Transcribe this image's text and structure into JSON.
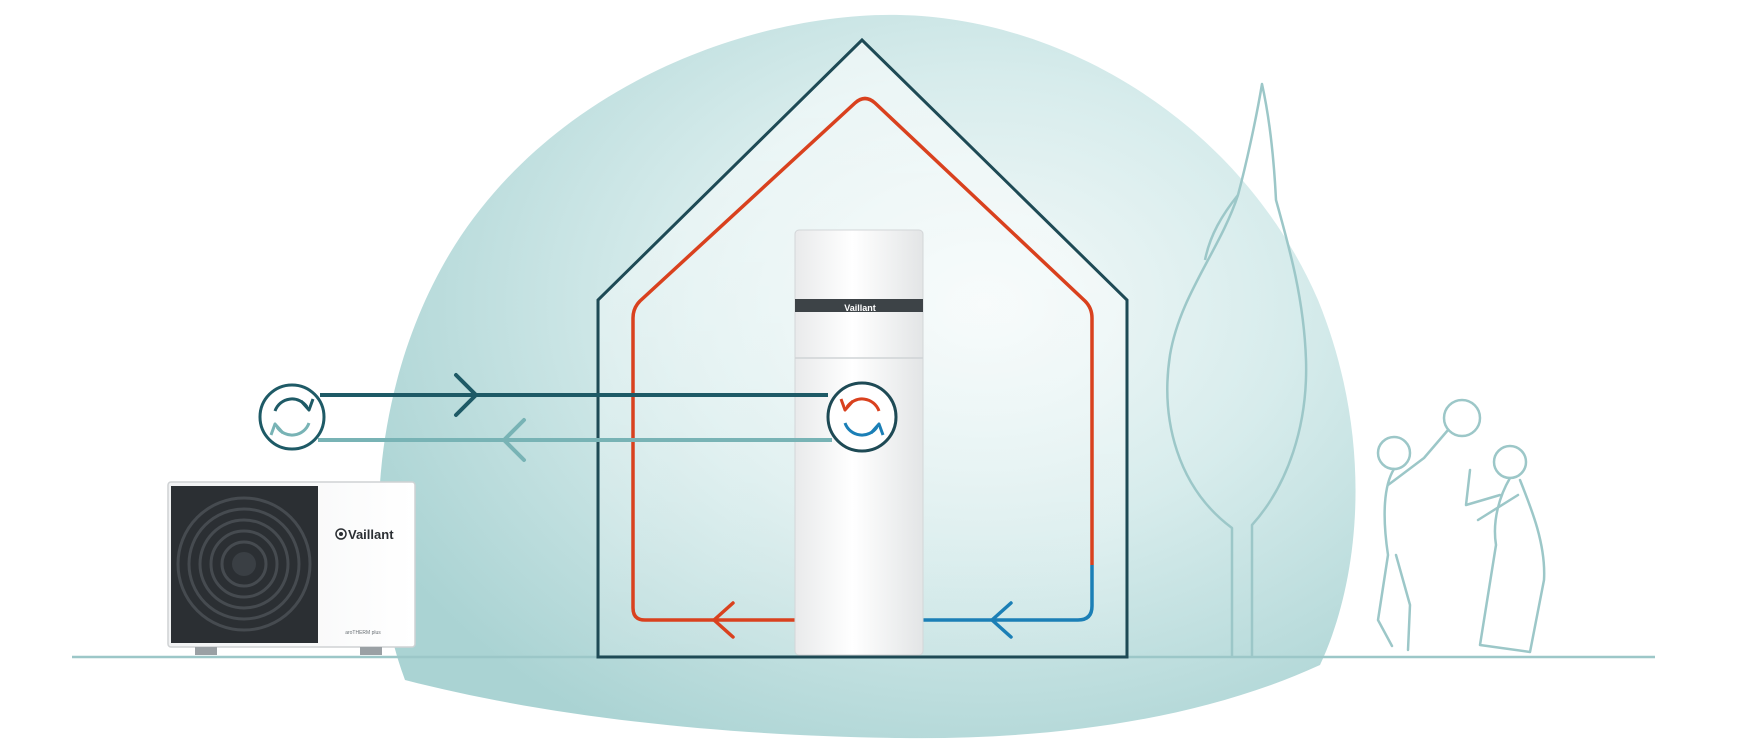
{
  "outdoor_unit": {
    "brand": "Vaillant",
    "model": "aroTHERM plus"
  },
  "indoor_unit": {
    "brand": "Vaillant"
  },
  "colors": {
    "house_outline": "#1e4a55",
    "hot_water_circuit": "#d9411e",
    "cold_water_circuit": "#1b7fb6",
    "refrigerant_out": "#1e5a66",
    "refrigerant_return": "#78b3b5",
    "backdrop": "#bfdfdf",
    "silhouettes": "#9cc7c8",
    "ground": "#9cc7c8"
  },
  "icons": [
    "outdoor-circulation-icon",
    "indoor-circulation-icon",
    "flow-right-arrow-icon",
    "flow-left-arrow-icon",
    "hot-flow-arrow-icon",
    "cold-flow-arrow-icon",
    "tree-silhouette",
    "children-playing-silhouette"
  ]
}
